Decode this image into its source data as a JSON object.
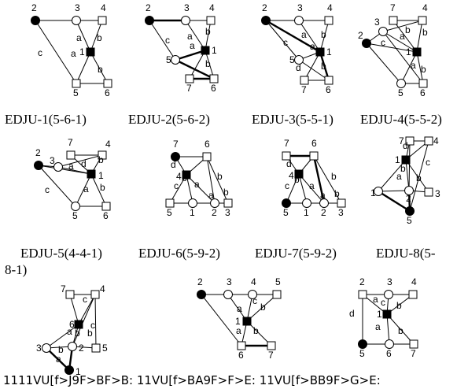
{
  "figure": {
    "captions_row1": [
      "EDJU-1(5-6-1)",
      "EDJU-2(5-6-2)",
      "EDJU-3(5-5-1)",
      "EDJU-4(5-5-2)"
    ],
    "captions_row2": [
      "EDJU-5(4-4-1)",
      "EDJU-6(5-9-2)",
      "EDJU-7(5-9-2)",
      "EDJU-8(5-"
    ],
    "caption_row2_continuation": "8-1)",
    "bottom_text": "1111VU[f>J9F>BF>B: 11VU[f>BA9F>F>E: 11VU[f>BB9F>G>E:",
    "graphs": [
      {
        "nodes": [
          {
            "label": "2",
            "shape": "filled-circle"
          },
          {
            "label": "3",
            "shape": "circle"
          },
          {
            "label": "4",
            "shape": "square"
          },
          {
            "label": "1",
            "shape": "filled-square"
          },
          {
            "label": "5",
            "shape": "square"
          },
          {
            "label": "6",
            "shape": "square"
          }
        ],
        "edge_labels": [
          "a",
          "a",
          "b",
          "b",
          "c"
        ]
      },
      {
        "nodes": [
          {
            "label": "2",
            "shape": "filled-circle"
          },
          {
            "label": "3",
            "shape": "circle"
          },
          {
            "label": "4",
            "shape": "square"
          },
          {
            "label": "1",
            "shape": "filled-square"
          },
          {
            "label": "5",
            "shape": "circle"
          },
          {
            "label": "7",
            "shape": "square"
          },
          {
            "label": "6",
            "shape": "square"
          }
        ],
        "edge_labels": [
          "a",
          "c",
          "b",
          "a",
          "b"
        ]
      },
      {
        "nodes": [
          {
            "label": "2",
            "shape": "filled-circle"
          },
          {
            "label": "3",
            "shape": "circle"
          },
          {
            "label": "4",
            "shape": "square"
          },
          {
            "label": "1",
            "shape": "filled-square"
          },
          {
            "label": "5",
            "shape": "circle"
          },
          {
            "label": "7",
            "shape": "square"
          },
          {
            "label": "6",
            "shape": "square"
          }
        ],
        "edge_labels": [
          "a",
          "c",
          "b",
          "a",
          "d",
          "b"
        ]
      },
      {
        "nodes": [
          {
            "label": "7",
            "shape": "square"
          },
          {
            "label": "4",
            "shape": "square"
          },
          {
            "label": "2",
            "shape": "filled-circle"
          },
          {
            "label": "3",
            "shape": "circle"
          },
          {
            "label": "1",
            "shape": "filled-square"
          },
          {
            "label": "5",
            "shape": "circle"
          },
          {
            "label": "6",
            "shape": "square"
          }
        ],
        "edge_labels": [
          "c",
          "a",
          "b",
          "b",
          "a",
          "b"
        ]
      },
      {
        "nodes": [
          {
            "label": "7",
            "shape": "square"
          },
          {
            "label": "4",
            "shape": "square"
          },
          {
            "label": "3",
            "shape": "circle"
          },
          {
            "label": "2",
            "shape": "filled-circle"
          },
          {
            "label": "1",
            "shape": "filled-square"
          },
          {
            "label": "5",
            "shape": "circle"
          },
          {
            "label": "6",
            "shape": "square"
          }
        ],
        "edge_labels": [
          "a",
          "d",
          "b",
          "c",
          "a",
          "b"
        ]
      },
      {
        "nodes": [
          {
            "label": "7",
            "shape": "filled-circle"
          },
          {
            "label": "6",
            "shape": "square"
          },
          {
            "label": "4",
            "shape": "filled-square"
          },
          {
            "label": "5",
            "shape": "square"
          },
          {
            "label": "1",
            "shape": "circle"
          },
          {
            "label": "2",
            "shape": "circle"
          },
          {
            "label": "3",
            "shape": "square"
          }
        ],
        "edge_labels": [
          "d",
          "c",
          "b",
          "a",
          "b",
          "a",
          "b"
        ]
      },
      {
        "nodes": [
          {
            "label": "7",
            "shape": "square"
          },
          {
            "label": "6",
            "shape": "square"
          },
          {
            "label": "4",
            "shape": "filled-square"
          },
          {
            "label": "5",
            "shape": "filled-circle"
          },
          {
            "label": "1",
            "shape": "circle"
          },
          {
            "label": "2",
            "shape": "circle"
          },
          {
            "label": "3",
            "shape": "square"
          }
        ],
        "edge_labels": [
          "d",
          "c",
          "b",
          "a",
          "b",
          "a",
          "b"
        ]
      },
      {
        "nodes": [
          {
            "label": "7",
            "shape": "square"
          },
          {
            "label": "4",
            "shape": "square"
          },
          {
            "label": "1",
            "shape": "filled-square"
          },
          {
            "label": "1",
            "shape": "circle"
          },
          {
            "label": "2",
            "shape": "circle"
          },
          {
            "label": "3",
            "shape": "square"
          },
          {
            "label": "5",
            "shape": "filled-circle"
          }
        ],
        "edge_labels": [
          "d",
          "b",
          "c",
          "a",
          "b"
        ]
      },
      {
        "nodes": [
          {
            "label": "7",
            "shape": "square"
          },
          {
            "label": "4",
            "shape": "square"
          },
          {
            "label": "6",
            "shape": "filled-square"
          },
          {
            "label": "3",
            "shape": "circle"
          },
          {
            "label": "2",
            "shape": "circle"
          },
          {
            "label": "5",
            "shape": "square"
          },
          {
            "label": "1",
            "shape": "filled-circle"
          }
        ],
        "edge_labels": [
          "c",
          "a",
          "b",
          "b",
          "c",
          "b",
          "a"
        ]
      },
      {
        "nodes": [
          {
            "label": "2",
            "shape": "filled-circle"
          },
          {
            "label": "3",
            "shape": "circle"
          },
          {
            "label": "4",
            "shape": "circle"
          },
          {
            "label": "5",
            "shape": "square"
          },
          {
            "label": "1",
            "shape": "filled-square"
          },
          {
            "label": "6",
            "shape": "square"
          },
          {
            "label": "7",
            "shape": "square"
          }
        ],
        "edge_labels": [
          "a",
          "b",
          "c",
          "a",
          "b"
        ]
      },
      {
        "nodes": [
          {
            "label": "2",
            "shape": "square"
          },
          {
            "label": "3",
            "shape": "circle"
          },
          {
            "label": "4",
            "shape": "square"
          },
          {
            "label": "1",
            "shape": "filled-square"
          },
          {
            "label": "5",
            "shape": "filled-circle"
          },
          {
            "label": "6",
            "shape": "circle"
          },
          {
            "label": "7",
            "shape": "square"
          }
        ],
        "edge_labels": [
          "a",
          "c",
          "b",
          "d",
          "a",
          "b"
        ]
      }
    ]
  }
}
